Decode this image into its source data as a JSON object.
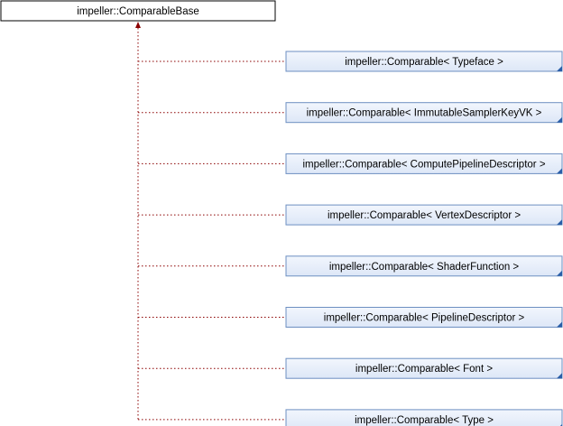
{
  "diagram": {
    "base_class": {
      "label": "impeller::ComparableBase"
    },
    "derived_classes": [
      {
        "label": "impeller::Comparable< Typeface >"
      },
      {
        "label": "impeller::Comparable< ImmutableSamplerKeyVK >"
      },
      {
        "label": "impeller::Comparable< ComputePipelineDescriptor >"
      },
      {
        "label": "impeller::Comparable< VertexDescriptor >"
      },
      {
        "label": "impeller::Comparable< ShaderFunction >"
      },
      {
        "label": "impeller::Comparable< PipelineDescriptor >"
      },
      {
        "label": "impeller::Comparable< Font >"
      },
      {
        "label": "impeller::Comparable< Type >"
      }
    ],
    "colors": {
      "base_fill": "#ffffff",
      "base_stroke": "#000000",
      "derived_fill": "#e8f0fb",
      "derived_stroke": "#6d8fc1",
      "derived_corner": "#2a5ea8",
      "edge": "#8b0000"
    }
  }
}
